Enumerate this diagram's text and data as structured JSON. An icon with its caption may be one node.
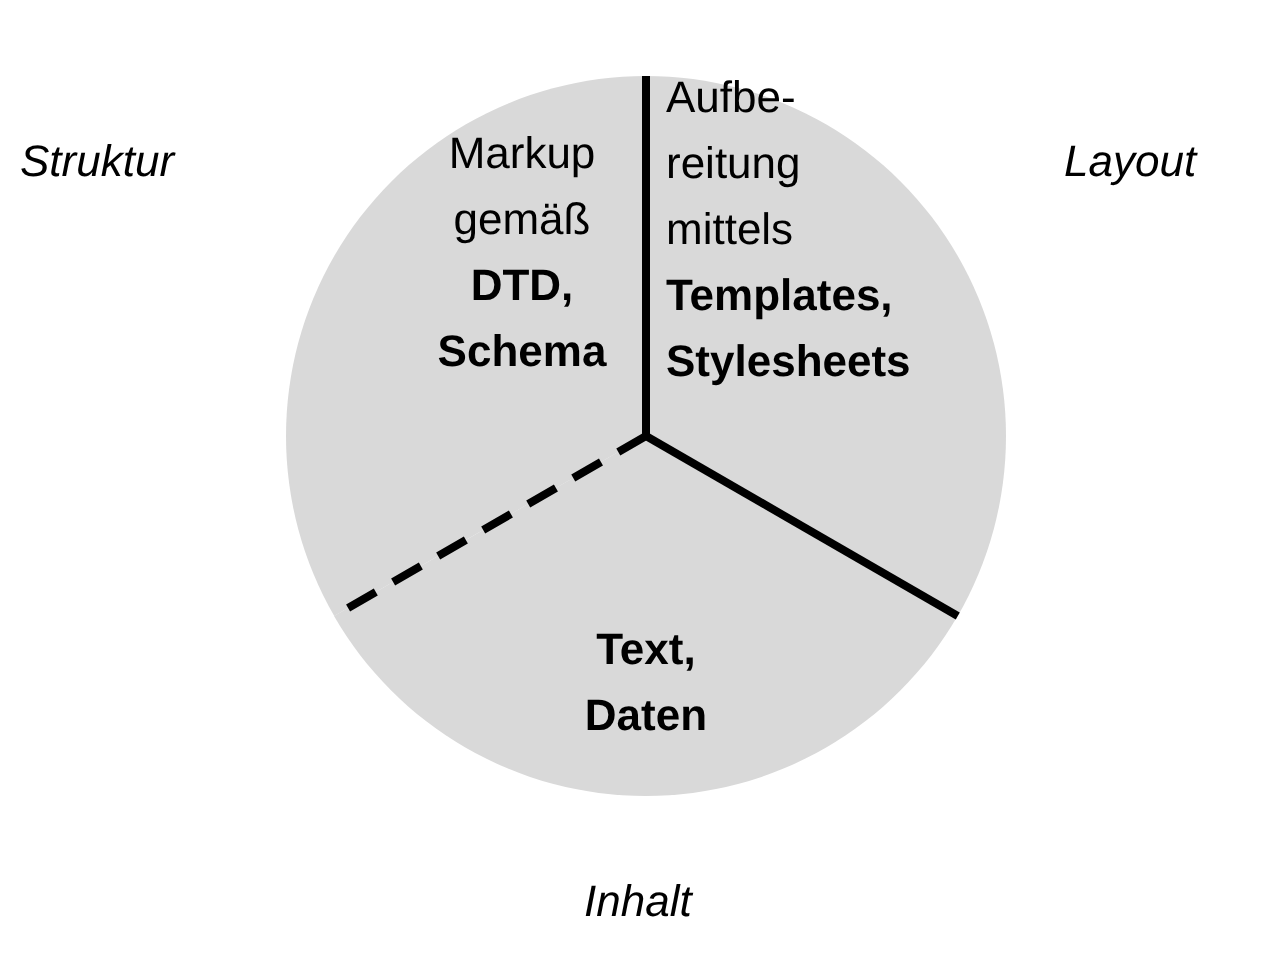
{
  "diagram": {
    "nodes": [
      {
        "text": [
          "Markup gemäß **DTD, Schema**"
        ]
      },
      {
        "text": [
          "Aufbe- reitung mittels **Templates, Stylesheets**"
        ]
      },
      {
        "text": [
          "Text, Daten"
        ]
      }
    ],
    "labels": [
      "Struktur",
      "Layout",
      "Inhalt"
    ]
  }
}
